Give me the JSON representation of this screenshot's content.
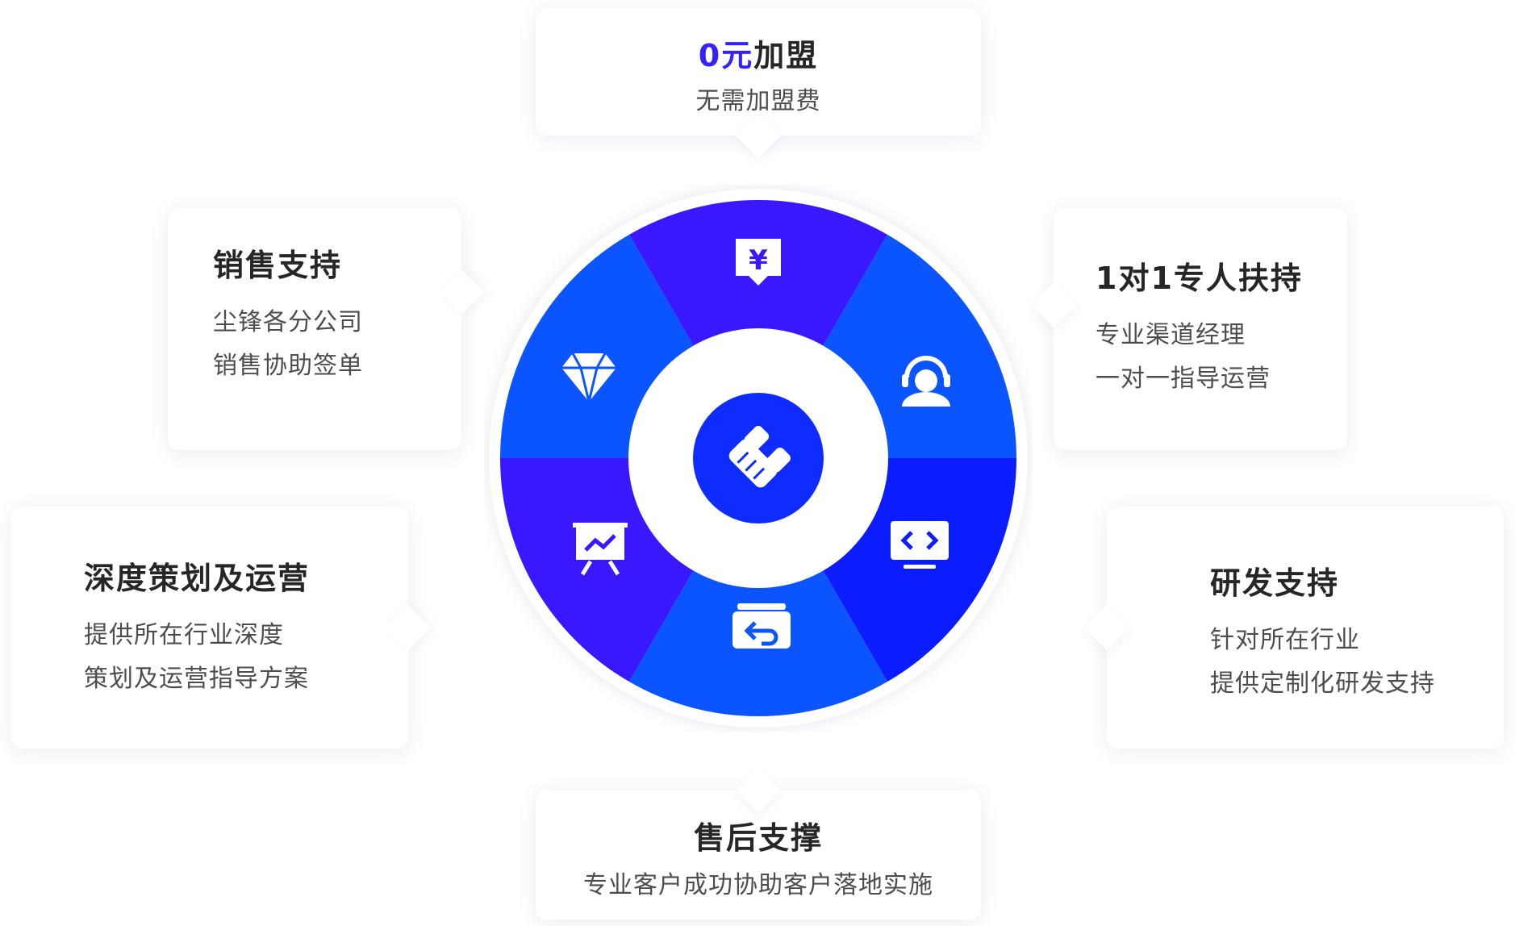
{
  "center": {
    "icon": "handshake-icon"
  },
  "cards": {
    "top": {
      "title_accent": "0元",
      "title_rest": "加盟",
      "lines": [
        "无需加盟费"
      ]
    },
    "sales": {
      "title": "销售支持",
      "lines": [
        "尘锋各分公司",
        "销售协助签单"
      ]
    },
    "one_on_one": {
      "title": "1对1专人扶持",
      "lines": [
        "专业渠道经理",
        "一对一指导运营"
      ]
    },
    "planning": {
      "title": "深度策划及运营",
      "lines": [
        "提供所在行业深度",
        "策划及运营指导方案"
      ]
    },
    "rnd": {
      "title": "研发支持",
      "lines": [
        "针对所在行业",
        "提供定制化研发支持"
      ]
    },
    "after_sales": {
      "title": "售后支撑",
      "lines": [
        "专业客户成功协助客户落地实施"
      ]
    }
  },
  "segments": [
    {
      "name": "free-join",
      "icon": "yen-download-icon",
      "color": "#3918ff"
    },
    {
      "name": "one-on-one",
      "icon": "headset-user-icon",
      "color": "#0a55ff"
    },
    {
      "name": "rnd",
      "icon": "code-monitor-icon",
      "color": "#0b1cff"
    },
    {
      "name": "after-sales",
      "icon": "return-box-icon",
      "color": "#0a55ff"
    },
    {
      "name": "planning",
      "icon": "chart-board-icon",
      "color": "#3918ff"
    },
    {
      "name": "sales",
      "icon": "diamond-icon",
      "color": "#0a55ff"
    }
  ],
  "colors": {
    "accent": "#3322ff",
    "hub": "#0f2cff"
  }
}
